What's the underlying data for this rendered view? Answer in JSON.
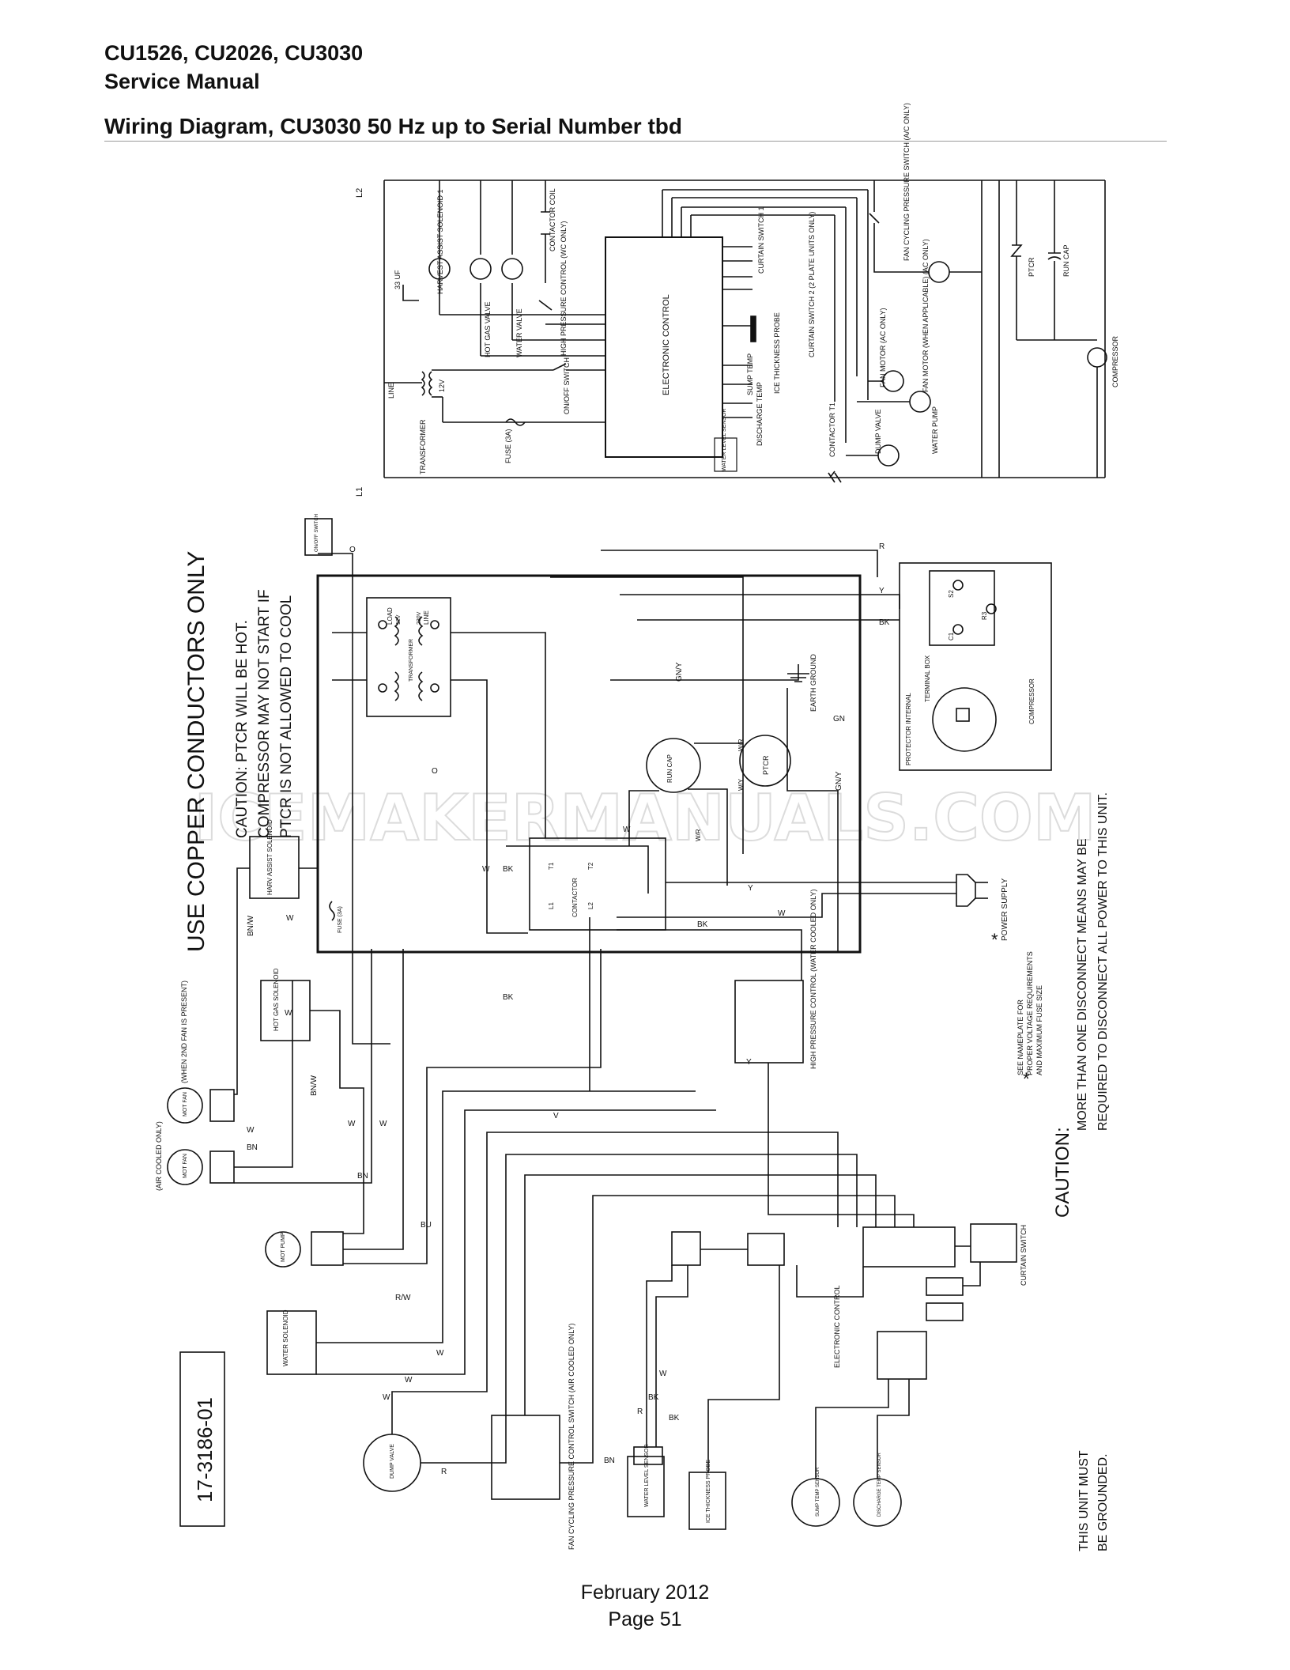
{
  "header": {
    "models": "CU1526, CU2026, CU3030",
    "manual": "Service Manual",
    "title": "Wiring Diagram, CU3030 50 Hz up to Serial Number tbd"
  },
  "watermark": "ICEMAKERMANUALS.COM",
  "schematic": {
    "l2": "L2",
    "l1": "L1",
    "harvest_assist": "HARVEST ASSIST SOLENOID 1",
    "rc": "33 UF",
    "hot_gas_valve": "HOT GAS VALVE",
    "water_valve": "WATER VALVE",
    "contactor_coil": "CONTACTOR COIL",
    "high_pressure": "HIGH PRESSURE CONTROL (WC ONLY)",
    "electronic_control": "ELECTRONIC CONTROL",
    "curtain_switch_1": "CURTAIN SWITCH 1",
    "curtain_switch_2": "CURTAIN SWITCH 2 (2 PLATE UNITS ONLY)",
    "ice_thickness": "ICE THICKNESS PROBE",
    "sump_temp": "SUMP TEMP",
    "discharge_temp": "DISCHARGE TEMP",
    "water_level": "WATER LEVEL SENSOR",
    "contactor_t1": "CONTACTOR T1",
    "fan_cycling": "FAN CYCLING PRESSURE SWITCH (A/C ONLY)",
    "fan_motor": "FAN MOTOR (AC ONLY)",
    "fan_motor_2": "FAN MOTOR (WHEN APPLICABLE) (AC ONLY)",
    "dump_valve": "DUMP VALVE",
    "water_pump": "WATER PUMP",
    "ptcr": "PTCR",
    "run_cap": "RUN CAP",
    "compressor": "COMPRESSOR",
    "line": "LINE",
    "v12": "12V",
    "transformer": "TRANSFORMER",
    "fuse": "FUSE (3A)",
    "onoff": "ON/OFF SWITCH"
  },
  "wiring": {
    "copper_only": "USE COPPER CONDUCTORS ONLY",
    "caution_ptcr_1": "CAUTION: PTCR WILL BE HOT.",
    "caution_ptcr_2": "COMPRESSOR MAY NOT START IF",
    "caution_ptcr_3": "PTCR IS NOT ALLOWED TO COOL",
    "on_off": "ON/OFF SWITCH",
    "load": "LOAD",
    "v12": "12V",
    "v230": "230V",
    "line": "LINE",
    "transformer": "TRANSFORMER",
    "harv_assist": "HARV ASSIST SOLENOID",
    "fuse": "FUSE (3A)",
    "hot_gas": "HOT GAS SOLENOID",
    "contactor": "CONTACTOR",
    "t1": "T1",
    "t2": "T2",
    "l1": "L1",
    "l2": "L2",
    "run_cap": "RUN CAP",
    "ptcr": "PTCR",
    "earth_ground": "EARTH GROUND",
    "terminal_box": "TERMINAL BOX",
    "compressor": "COMPRESSOR",
    "protector": "PROTECTOR INTERNAL",
    "s2": "S2",
    "c1": "C1",
    "r3": "R3",
    "power_supply": "POWER SUPPLY",
    "star": "*",
    "hpc": "HIGH PRESSURE CONTROL (WATER COOLED ONLY)",
    "nameplate_1": "SEE NAMEPLATE FOR",
    "nameplate_2": "PROPER VOLTAGE REQUIREMENTS",
    "nameplate_3": "AND MAXIMUM FUSE SIZE",
    "caution": "CAUTION:",
    "disconnect_1": "MORE THAN ONE DISCONNECT MEANS MAY BE",
    "disconnect_2": "REQUIRED TO DISCONNECT ALL POWER TO THIS UNIT.",
    "when_2nd_fan": "(WHEN 2ND FAN IS PRESENT)",
    "air_cooled_only": "(AIR COOLED ONLY)",
    "mot_fan": "MOT FAN",
    "mot_pump": "MOT PUMP",
    "water_solenoid": "WATER SOLENOID",
    "dump_valve": "DUMP VALVE",
    "fan_cycling": "FAN CYCLING PRESSURE CONTROL SWITCH (AIR COOLED ONLY)",
    "water_level": "WATER LEVEL SENSOR",
    "ice_thickness": "ICE THICKNESS PROBE",
    "sump_temp": "SUMP TEMP SENSOR",
    "discharge_temp": "DISCHARGE TEMP SENSOR",
    "electronic_control": "ELECTRONIC CONTROL",
    "curtain_switch": "CURTAIN SWITCH",
    "part_number": "17-3186-01",
    "grounded_1": "THIS UNIT MUST",
    "grounded_2": "BE GROUNDED."
  },
  "wire_labels": {
    "r": "R",
    "y": "Y",
    "bk": "BK",
    "w": "W",
    "gn": "GN",
    "gny": "GN/Y",
    "o": "O",
    "wr": "W/R",
    "wy": "W/Y",
    "bnw": "BN/W",
    "bn": "BN",
    "bu": "BU",
    "rw": "R/W",
    "v": "V"
  },
  "footer": {
    "date": "February 2012",
    "page": "Page 51"
  }
}
